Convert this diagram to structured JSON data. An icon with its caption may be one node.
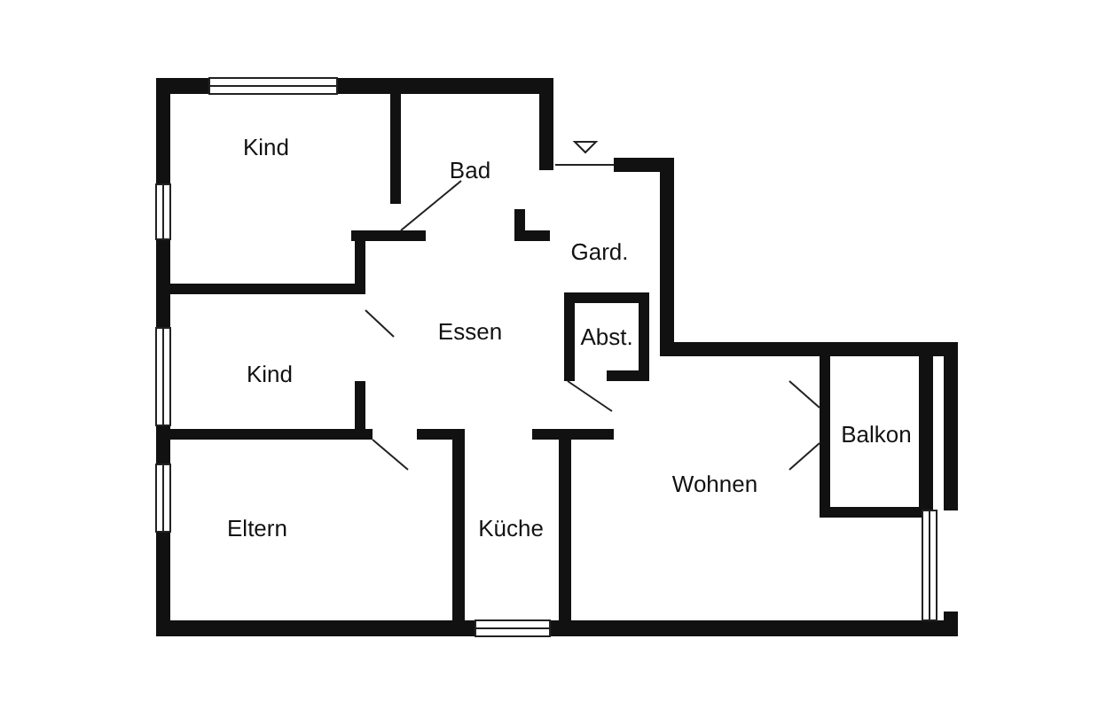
{
  "diagram": {
    "labels": [
      "Kind",
      "Bad",
      "Gard.",
      "Essen",
      "Abst.",
      "Kind",
      "Wohnen",
      "Balkon",
      "Eltern",
      "Küche"
    ]
  }
}
